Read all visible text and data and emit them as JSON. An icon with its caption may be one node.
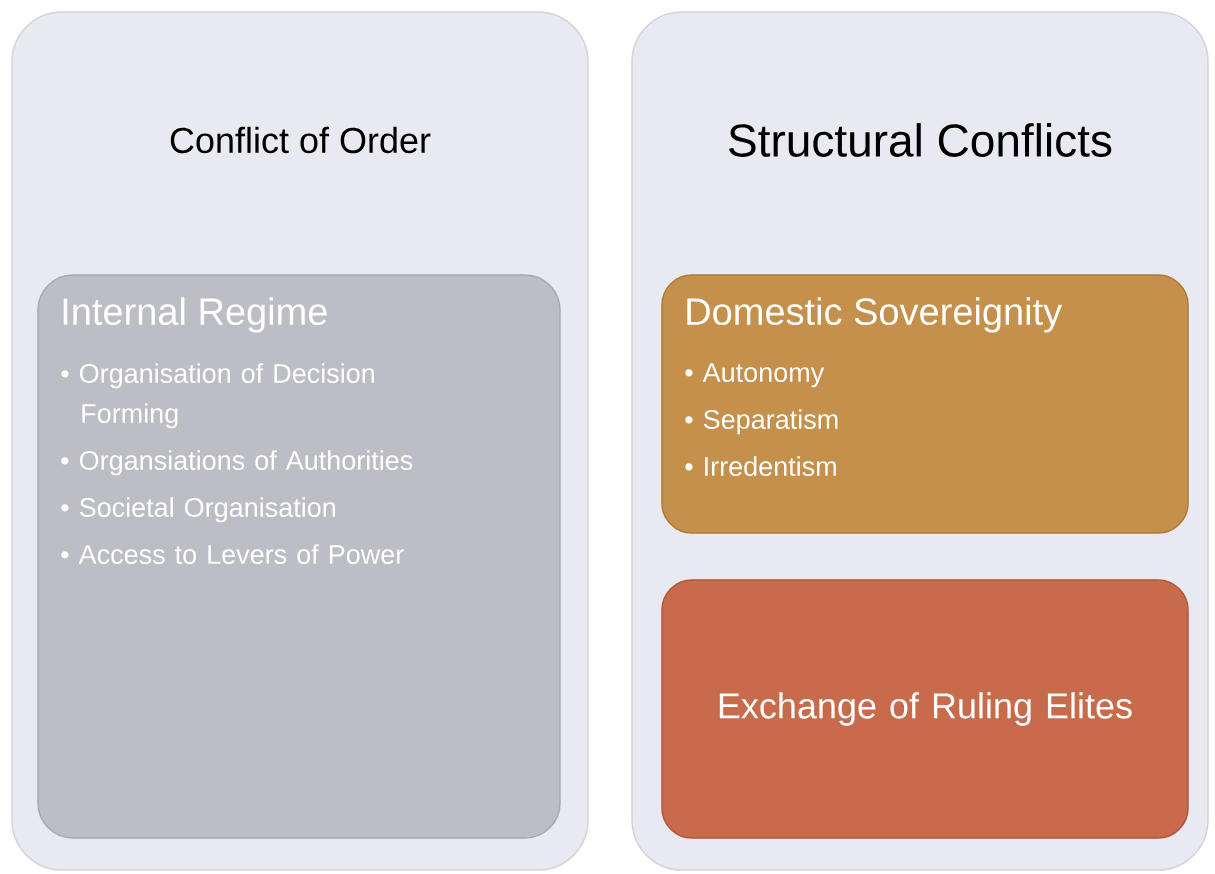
{
  "diagram": {
    "nodes": [
      {
        "text": [
          "Conflict of Order"
        ]
      },
      {
        "text": [
          "Internal Regime",
          "• Organisation of Decision Forming",
          "• Organsiations of Authorities",
          "• Societal Organisation",
          "• Access to Levers of Power"
        ],
        "in": 0
      },
      {
        "text": [
          "Structural Conflicts"
        ]
      },
      {
        "text": [
          "Domestic Sovereignity",
          "• Autonomy",
          "• Separatism",
          "• Irredentism"
        ],
        "in": 2
      },
      {
        "text": [
          "Exchange of Ruling Elites"
        ],
        "in": 2
      }
    ]
  }
}
